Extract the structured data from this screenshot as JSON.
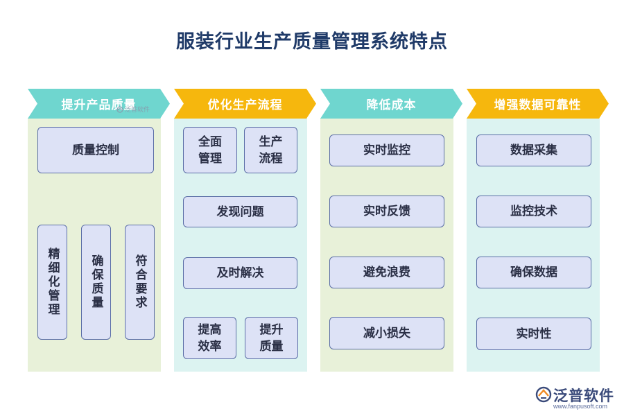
{
  "title": "服装行业生产质量管理系统特点",
  "columns": [
    {
      "header": "提升产品质量",
      "items": [
        "质量控制",
        "精细化管理",
        "确保质量",
        "符合要求"
      ]
    },
    {
      "header": "优化生产流程",
      "items": [
        "全面管理",
        "生产流程",
        "发现问题",
        "及时解决",
        "提高效率",
        "提升质量"
      ]
    },
    {
      "header": "降低成本",
      "items": [
        "实时监控",
        "实时反馈",
        "避免浪费",
        "减小损失"
      ]
    },
    {
      "header": "增强数据可靠性",
      "items": [
        "数据采集",
        "监控技术",
        "确保数据",
        "实时性"
      ]
    }
  ],
  "watermark_small": "泛普软件",
  "brand": {
    "name": "泛普软件",
    "url": "www.fanpusoft.com"
  },
  "colors": {
    "title": "#1f3a68",
    "banner_teal": "#6fd6cf",
    "banner_yellow": "#f6b70d",
    "bg_green": "#e8f1d9",
    "bg_teal": "#dcf3f1",
    "box_fill": "#dde2f6",
    "box_border": "#5a6da6"
  }
}
